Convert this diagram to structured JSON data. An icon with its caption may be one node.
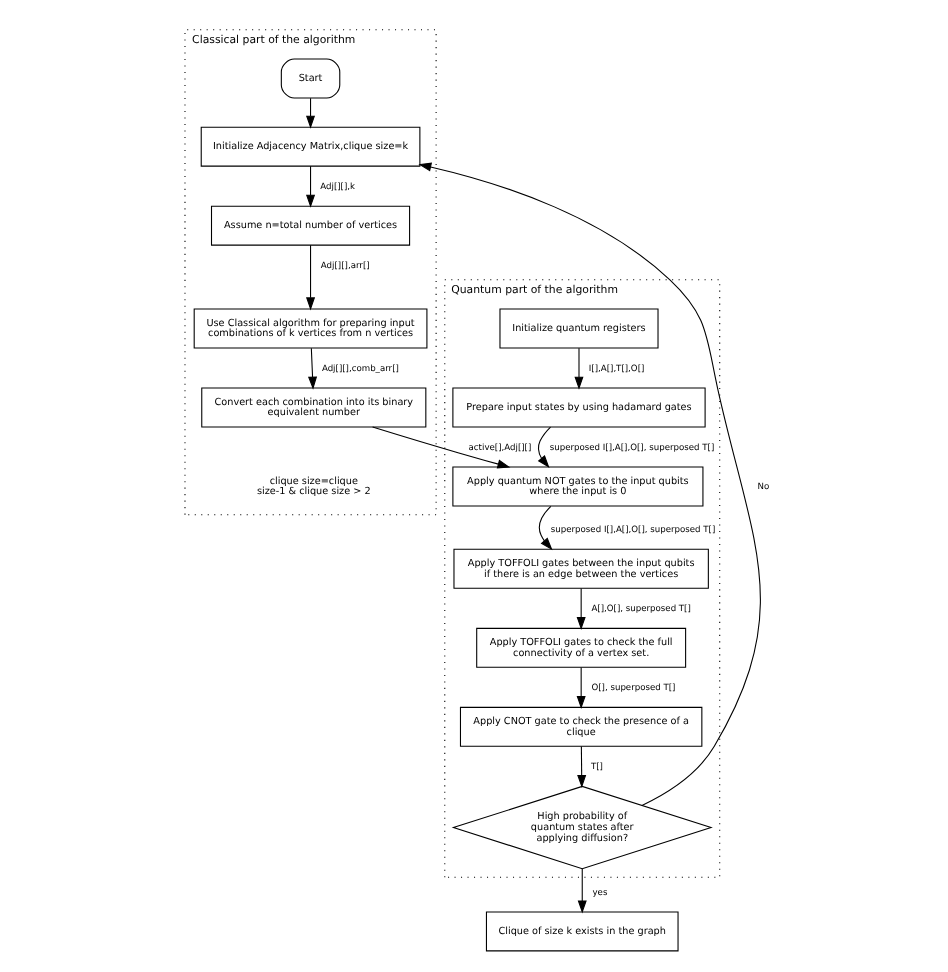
{
  "diagram": {
    "nodes": [
      {
        "text": [
          "Classical part of the algorithm"
        ]
      },
      {
        "text": [
          "Quantum part of the algorithm"
        ]
      },
      {
        "text": [
          "Start"
        ],
        "in": 0
      },
      {
        "text": [
          "Initialize Adjacency Matrix,clique size=k"
        ],
        "in": 0
      },
      {
        "text": [
          "Assume n=total number of vertices"
        ],
        "in": 0
      },
      {
        "text": [
          "Use Classical algorithm for preparing input combinations of k vertices from n vertices"
        ],
        "in": 0
      },
      {
        "text": [
          "Convert each combination into its binary equivalent number"
        ],
        "in": 0
      },
      {
        "text": [
          "Initialize quantum registers"
        ],
        "in": 1
      },
      {
        "text": [
          "Prepare input states by using hadamard gates"
        ],
        "in": 1
      },
      {
        "text": [
          "Apply quantum NOT gates to the input qubits where the input is 0"
        ],
        "in": 1
      },
      {
        "text": [
          "Apply TOFFOLI gates between the input qubits if there is an edge between the vertices"
        ],
        "in": 1
      },
      {
        "text": [
          "Apply TOFFOLI gates to check the full connectivity of a vertex set."
        ],
        "in": 1
      },
      {
        "text": [
          "Apply CNOT gate to check the presence of a clique"
        ],
        "in": 1
      },
      {
        "text": [
          "High probability of quantum states after applying diffusion?"
        ],
        "in": 1
      },
      {
        "text": [
          "Clique of size k exists in the graph"
        ]
      }
    ],
    "edges": [
      {
        "from": 2,
        "to": 3,
        "arrow": "to"
      },
      {
        "from": 3,
        "to": 4,
        "arrow": "to",
        "label": "Adj[][],k"
      },
      {
        "from": 4,
        "to": 5,
        "arrow": "to",
        "label": "Adj[][],arr[]"
      },
      {
        "from": 5,
        "to": 6,
        "arrow": "to",
        "label": "Adj[][],comb_arr[]"
      },
      {
        "from": 6,
        "to": 9,
        "arrow": "to",
        "label": "active[],Adj[][]"
      },
      {
        "from": 7,
        "to": 8,
        "arrow": "to",
        "label": "I[],A[],T[],O[]"
      },
      {
        "from": 8,
        "to": 9,
        "arrow": "to",
        "label": "superposed I[],A[],O[], superposed T[]"
      },
      {
        "from": 9,
        "to": 10,
        "arrow": "to",
        "label": "superposed I[],A[],O[], superposed T[]"
      },
      {
        "from": 10,
        "to": 11,
        "arrow": "to",
        "label": "A[],O[], superposed T[]"
      },
      {
        "from": 11,
        "to": 12,
        "arrow": "to",
        "label": "O[], superposed T[]"
      },
      {
        "from": 12,
        "to": 13,
        "arrow": "to",
        "label": "T[]"
      },
      {
        "from": 13,
        "to": 14,
        "arrow": "to",
        "label": "yes"
      },
      {
        "from": 13,
        "to": 3,
        "arrow": "to",
        "label": "No"
      }
    ],
    "labels": [
      "clique size=clique size-1 & clique size > 2"
    ]
  }
}
